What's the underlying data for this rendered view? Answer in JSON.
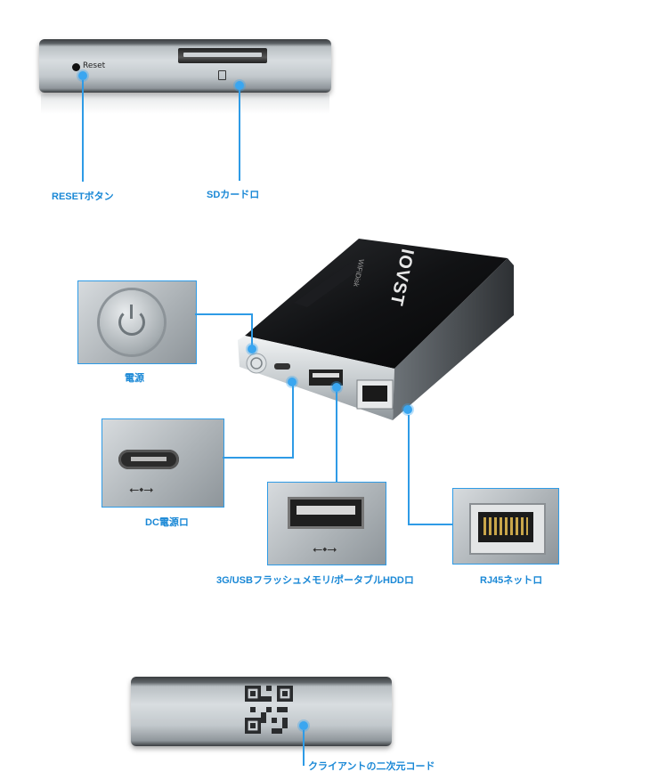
{
  "top_device": {
    "reset_text": "Reset"
  },
  "labels": {
    "reset_button": "RESETボタン",
    "sd_slot": "SDカードロ",
    "power": "電源",
    "dc_port": "DC電源ロ",
    "usb_port": "3G/USBフラッシュメモリ/ポータブルHDDロ",
    "rj45_port": "RJ45ネットロ",
    "qr_code": "クライアントの二次元コード"
  },
  "main_device": {
    "brand": "IOVST",
    "model": "WiFiDisk"
  },
  "colors": {
    "accent": "#2e9be6",
    "label": "#1a88d6"
  }
}
